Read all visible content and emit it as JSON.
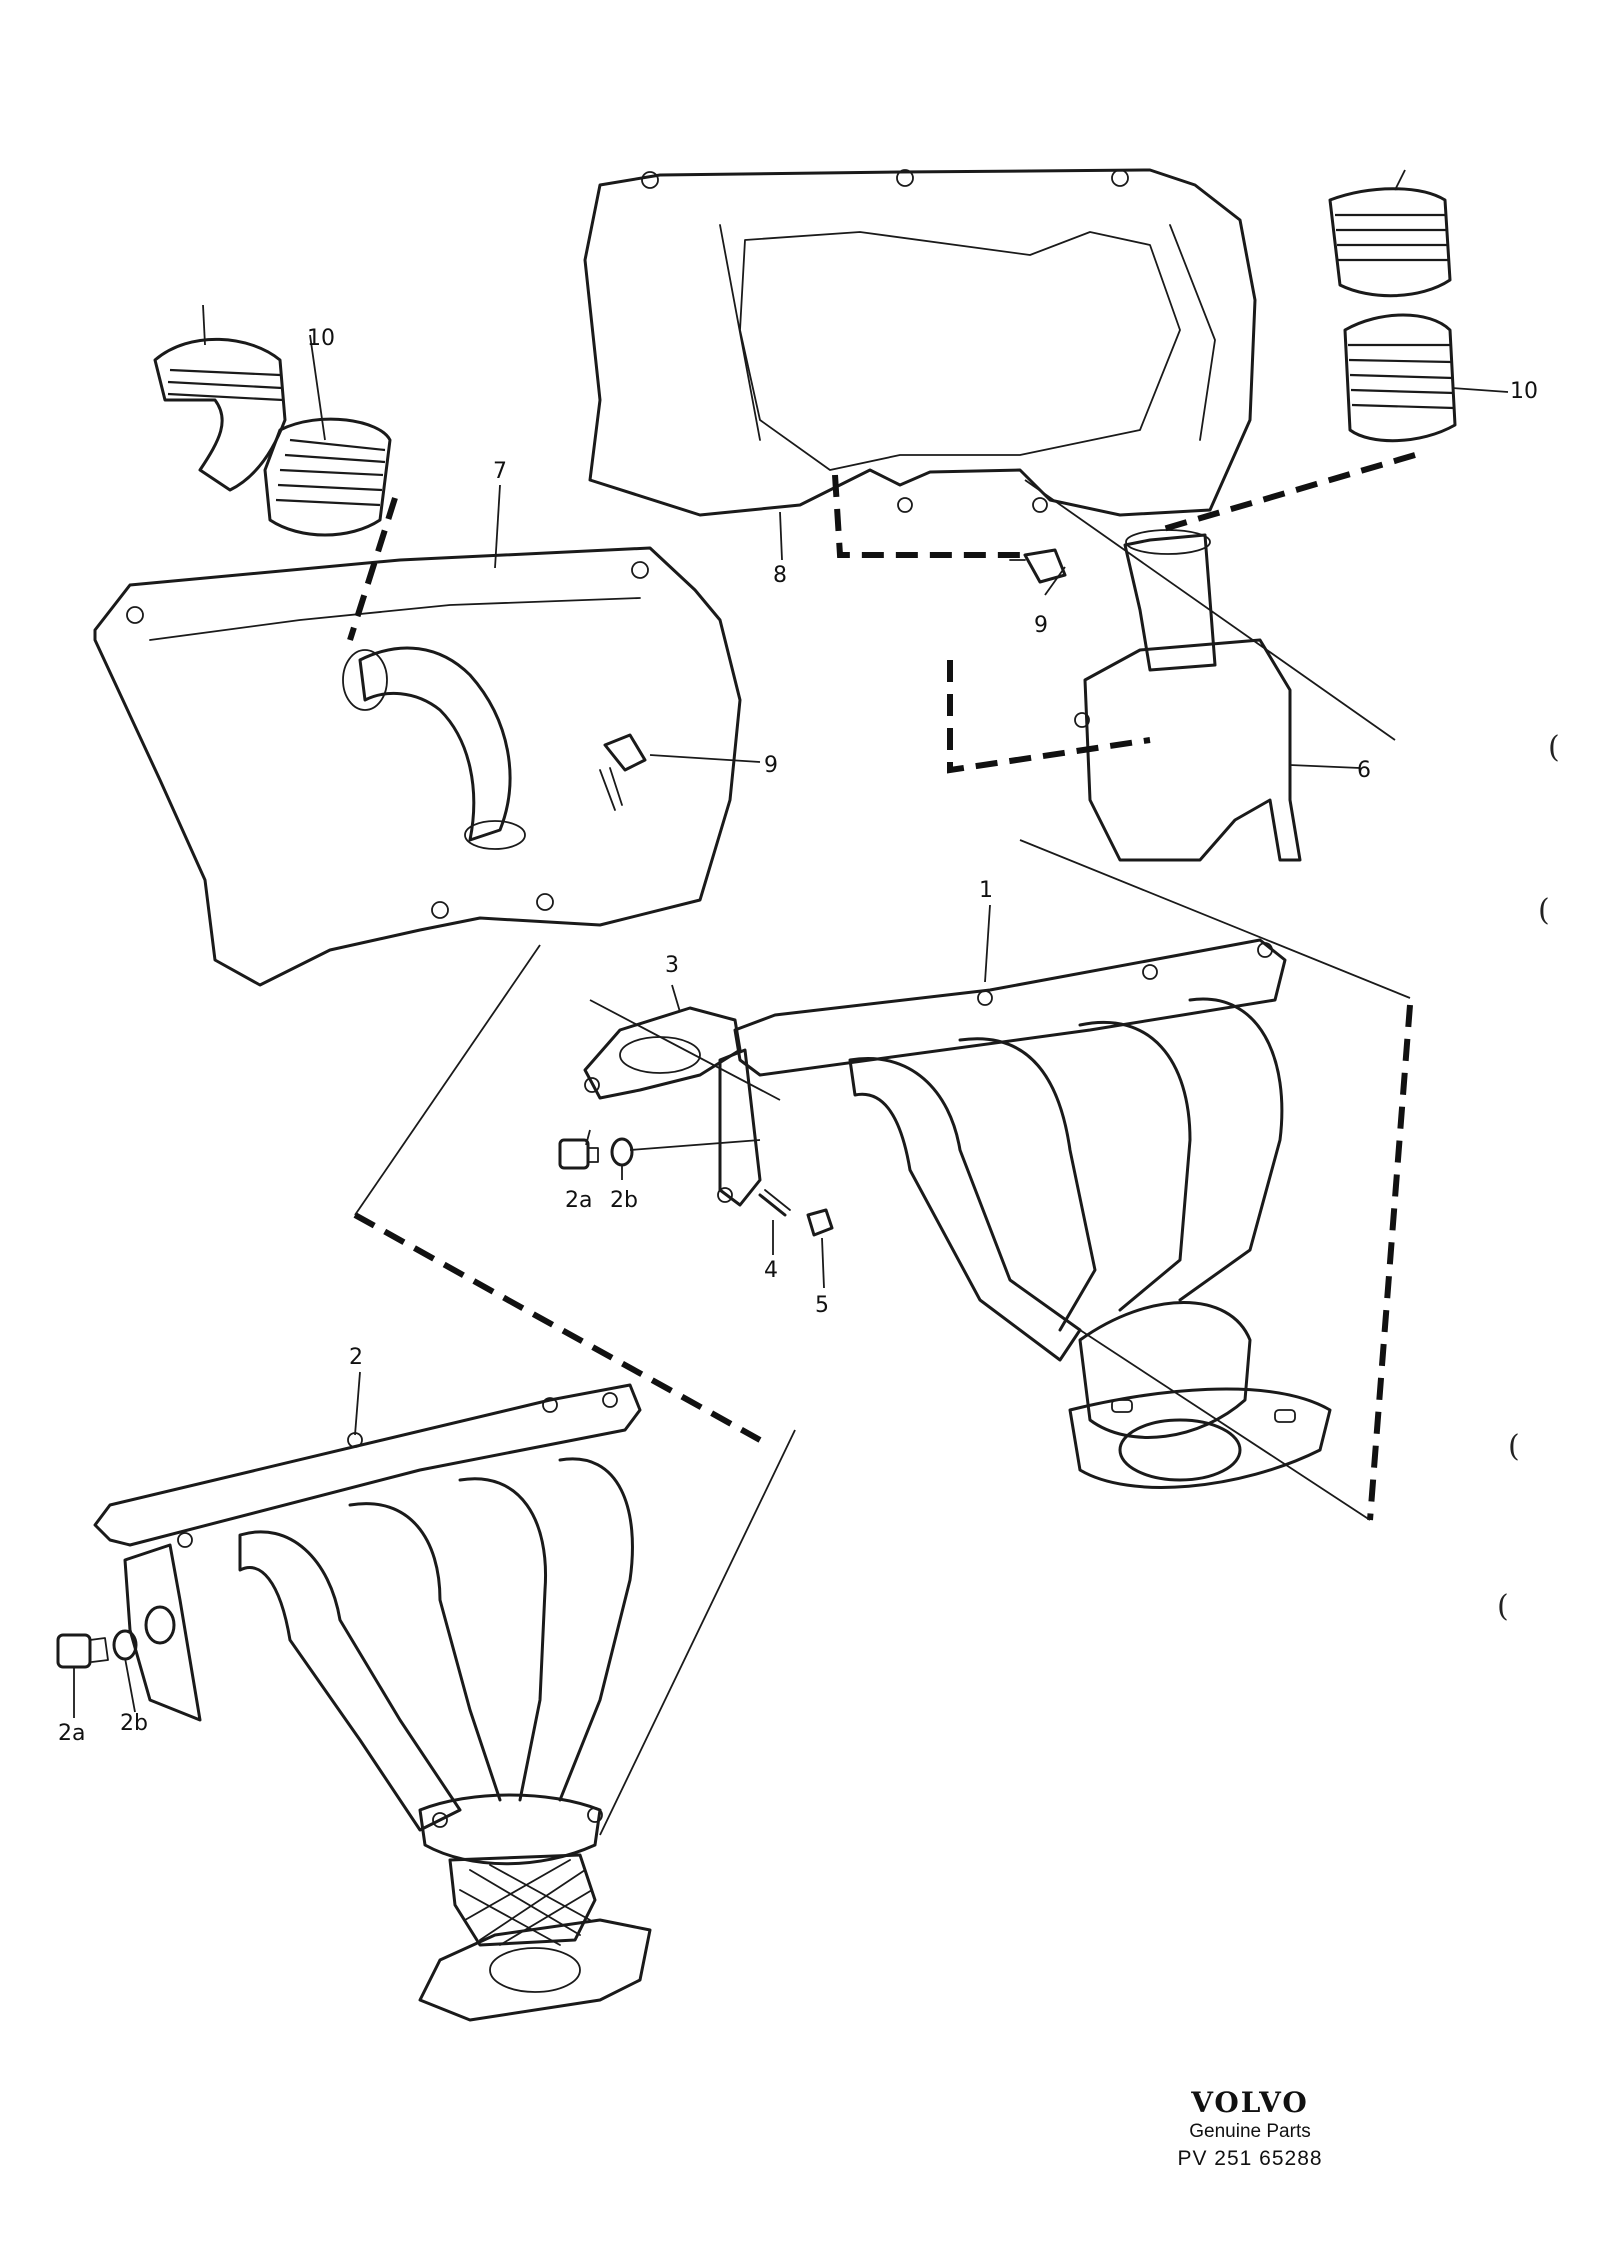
{
  "callouts": {
    "c1": "1",
    "c2": "2",
    "c2a_upper": "2a",
    "c2b_upper": "2b",
    "c2a_lower": "2a",
    "c2b_lower": "2b",
    "c3": "3",
    "c4": "4",
    "c5": "5",
    "c6": "6",
    "c7": "7",
    "c8": "8",
    "c9_left": "9",
    "c9_right": "9",
    "c10_left": "10",
    "c10_right": "10"
  },
  "margin_marks": [
    "(",
    "(",
    "(",
    "("
  ],
  "logo": {
    "brand": "VOLVO",
    "subtitle": "Genuine Parts",
    "code": "PV 251  65288"
  }
}
